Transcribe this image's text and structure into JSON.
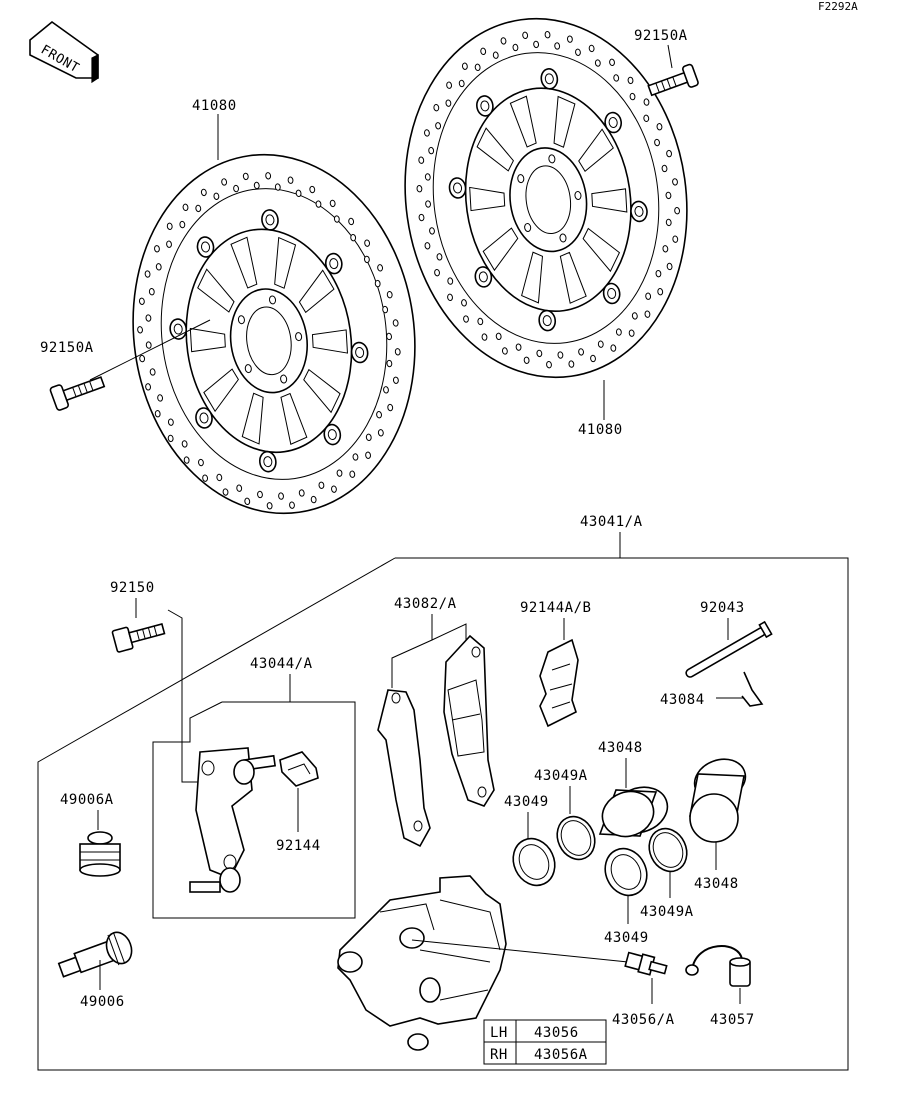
{
  "diagram_code": "F2292A",
  "front_arrow": "FRONT",
  "labels": {
    "disc_left": "41080",
    "disc_right": "41080",
    "bolt_left": "92150A",
    "bolt_right": "92150A",
    "caliper_assy": "43041/A",
    "caliper_bolt": "92150",
    "bracket_assy": "43044/A",
    "pads": "43082/A",
    "pad_spring": "92144A/B",
    "pin": "92043",
    "pin_clip": "43084",
    "boot_a": "49006A",
    "clip_small": "92144",
    "seal_a_top": "43049A",
    "seal_top": "43049",
    "piston_top": "43048",
    "piston_right": "43048",
    "seal_a_right": "43049A",
    "seal_bottom": "43049",
    "slide_pin": "49006",
    "bleeder": "43056/A",
    "bleeder_cap": "43057"
  },
  "caliper_table": {
    "rows": [
      {
        "side": "LH",
        "part": "43056"
      },
      {
        "side": "RH",
        "part": "43056A"
      }
    ]
  }
}
